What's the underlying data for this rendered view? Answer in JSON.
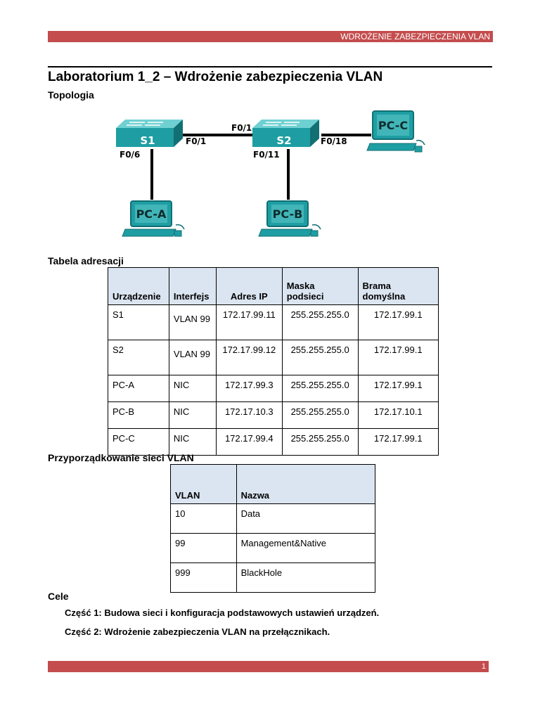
{
  "header": {
    "text": "WDROŻENIE ZABEZPIECZENIA VLAN"
  },
  "document": {
    "title": "Laboratorium 1_2 – Wdrożenie zabezpieczenia VLAN"
  },
  "sections": {
    "topology": "Topologia",
    "addressing": "Tabela adresacji",
    "vlan_assignment": "Przyporządkowanie sieci VLAN",
    "objectives": "Cele"
  },
  "topology": {
    "devices": {
      "s1": "S1",
      "s2": "S2",
      "pca": "PC-A",
      "pcb": "PC-B",
      "pcc": "PC-C"
    },
    "ports": {
      "s2_top": "F0/1",
      "s1_right": "F0/1",
      "s1_down": "F0/6",
      "s2_down": "F0/11",
      "s2_right": "F0/18"
    },
    "colors": {
      "device": "#1e9ea3",
      "device_dark": "#126f73",
      "device_light": "#6fd0d2",
      "link": "#000000"
    }
  },
  "addressing_table": {
    "headers": [
      "Urządzenie",
      "Interfejs",
      "Adres IP",
      "Maska podsieci",
      "Brama domyślna"
    ],
    "rows": [
      [
        "S1",
        "VLAN 99",
        "172.17.99.11",
        "255.255.255.0",
        "172.17.99.1"
      ],
      [
        "S2",
        "VLAN 99",
        "172.17.99.12",
        "255.255.255.0",
        "172.17.99.1"
      ],
      [
        "PC-A",
        "NIC",
        "172.17.99.3",
        "255.255.255.0",
        "172.17.99.1"
      ],
      [
        "PC-B",
        "NIC",
        "172.17.10.3",
        "255.255.255.0",
        "172.17.10.1"
      ],
      [
        "PC-C",
        "NIC",
        "172.17.99.4",
        "255.255.255.0",
        "172.17.99.1"
      ]
    ]
  },
  "vlan_table": {
    "headers": [
      "VLAN",
      "Nazwa"
    ],
    "rows": [
      [
        "10",
        "Data"
      ],
      [
        "99",
        "Management&Native"
      ],
      [
        "999",
        "BlackHole"
      ]
    ]
  },
  "objectives": [
    {
      "label": "Część 1:",
      "text": " Budowa sieci i konfiguracja podstawowych ustawień urządzeń."
    },
    {
      "label": "Część 2:",
      "text": " Wdrożenie zabezpieczenia VLAN na przełącznikach."
    }
  ],
  "footer": {
    "page_number": "1"
  },
  "colors": {
    "accent": "#c44c4d",
    "table_header": "#dbe5f1"
  }
}
